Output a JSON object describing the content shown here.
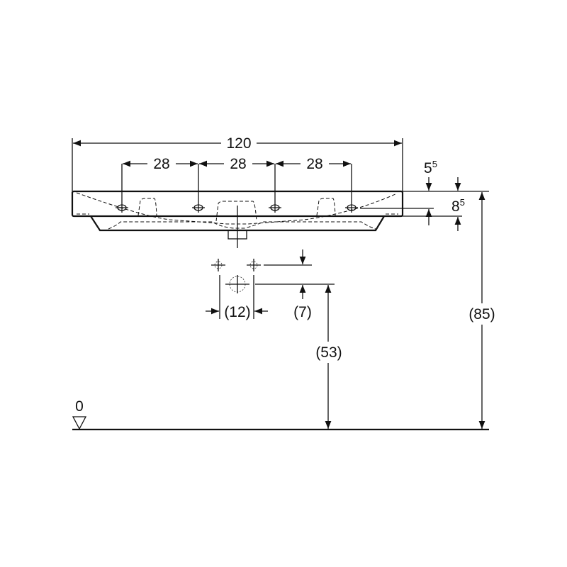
{
  "drawing": {
    "overall_width": "120",
    "tap_spacing": [
      "28",
      "28",
      "28"
    ],
    "rim_offset": {
      "base": "5",
      "sup": "5"
    },
    "rim_height": {
      "base": "8",
      "sup": "5"
    },
    "rim_top_height": "(85)",
    "drain_spacing": "(12)",
    "drain_offset": "(7)",
    "drain_height": "(53)",
    "floor_level": "0"
  }
}
